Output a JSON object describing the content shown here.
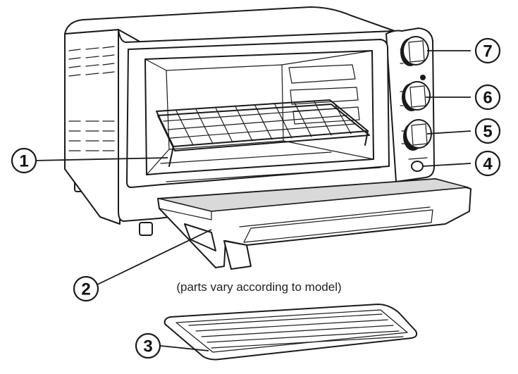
{
  "caption": "(parts vary according to model)",
  "callouts": [
    {
      "label": "1",
      "part": "wire-rack"
    },
    {
      "label": "2",
      "part": "door"
    },
    {
      "label": "3",
      "part": "bake-pan"
    },
    {
      "label": "4",
      "part": "power-light"
    },
    {
      "label": "5",
      "part": "timer-knob"
    },
    {
      "label": "6",
      "part": "function-knob"
    },
    {
      "label": "7",
      "part": "temperature-knob"
    }
  ]
}
